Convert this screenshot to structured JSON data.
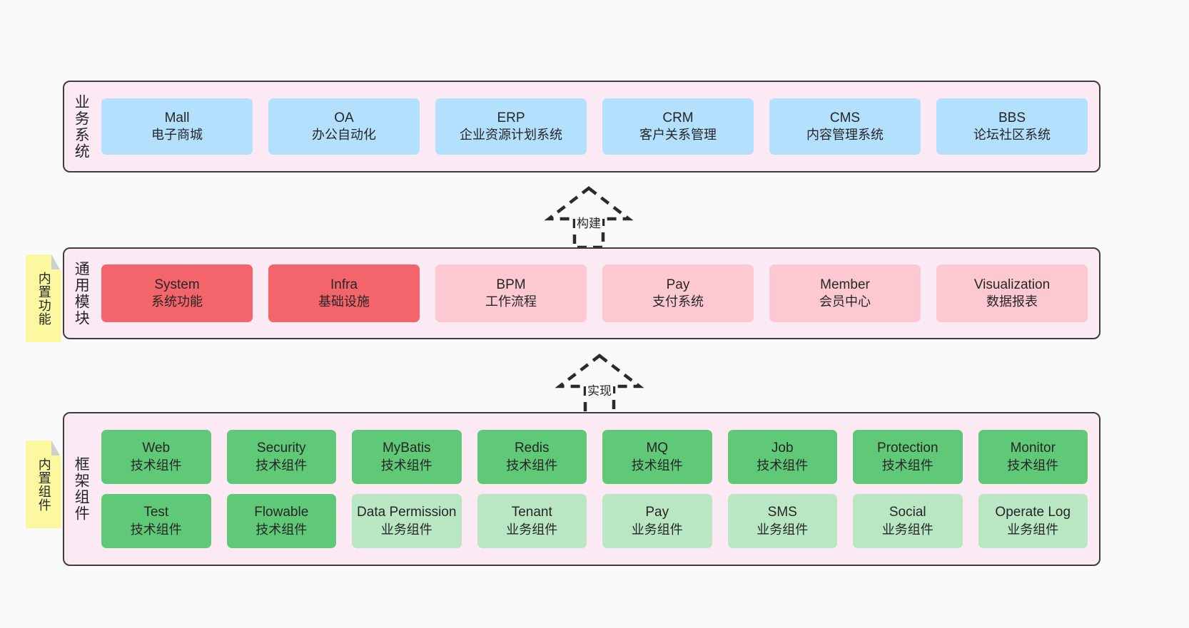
{
  "theme": {
    "background": "#fafafa",
    "layer_bg": "#fbeaf4",
    "layer_border": "#3d3d3d",
    "blue": "#b3e0fc",
    "red": "#f4646b",
    "pink": "#fcc9d2",
    "green": "#5fc978",
    "mint": "#b9e7c3",
    "note_yellow": "#fcf8a0",
    "note_fold": "#cfcfcf",
    "text": "#262626"
  },
  "layers": {
    "business": {
      "title": "业务系统",
      "cards": [
        {
          "en": "Mall",
          "cn": "电子商城",
          "color": "blue"
        },
        {
          "en": "OA",
          "cn": "办公自动化",
          "color": "blue"
        },
        {
          "en": "ERP",
          "cn": "企业资源计划系统",
          "color": "blue"
        },
        {
          "en": "CRM",
          "cn": "客户关系管理",
          "color": "blue"
        },
        {
          "en": "CMS",
          "cn": "内容管理系统",
          "color": "blue"
        },
        {
          "en": "BBS",
          "cn": "论坛社区系统",
          "color": "blue"
        }
      ]
    },
    "modules": {
      "title": "通用模块",
      "note": "内置功能",
      "cards": [
        {
          "en": "System",
          "cn": "系统功能",
          "color": "red"
        },
        {
          "en": "Infra",
          "cn": "基础设施",
          "color": "red"
        },
        {
          "en": "BPM",
          "cn": "工作流程",
          "color": "pink"
        },
        {
          "en": "Pay",
          "cn": "支付系统",
          "color": "pink"
        },
        {
          "en": "Member",
          "cn": "会员中心",
          "color": "pink"
        },
        {
          "en": "Visualization",
          "cn": "数据报表",
          "color": "pink"
        }
      ]
    },
    "framework": {
      "title": "框架组件",
      "note": "内置组件",
      "row1": [
        {
          "en": "Web",
          "cn": "技术组件",
          "color": "green"
        },
        {
          "en": "Security",
          "cn": "技术组件",
          "color": "green"
        },
        {
          "en": "MyBatis",
          "cn": "技术组件",
          "color": "green"
        },
        {
          "en": "Redis",
          "cn": "技术组件",
          "color": "green"
        },
        {
          "en": "MQ",
          "cn": "技术组件",
          "color": "green"
        },
        {
          "en": "Job",
          "cn": "技术组件",
          "color": "green"
        },
        {
          "en": "Protection",
          "cn": "技术组件",
          "color": "green"
        },
        {
          "en": "Monitor",
          "cn": "技术组件",
          "color": "green"
        }
      ],
      "row2": [
        {
          "en": "Test",
          "cn": "技术组件",
          "color": "green"
        },
        {
          "en": "Flowable",
          "cn": "技术组件",
          "color": "green"
        },
        {
          "en": "Data Permission",
          "cn": "业务组件",
          "color": "mint"
        },
        {
          "en": "Tenant",
          "cn": "业务组件",
          "color": "mint"
        },
        {
          "en": "Pay",
          "cn": "业务组件",
          "color": "mint"
        },
        {
          "en": "SMS",
          "cn": "业务组件",
          "color": "mint"
        },
        {
          "en": "Social",
          "cn": "业务组件",
          "color": "mint"
        },
        {
          "en": "Operate Log",
          "cn": "业务组件",
          "color": "mint"
        }
      ]
    }
  },
  "connectors": [
    {
      "label": "构建",
      "direction": "up"
    },
    {
      "label": "实现",
      "direction": "up"
    }
  ]
}
